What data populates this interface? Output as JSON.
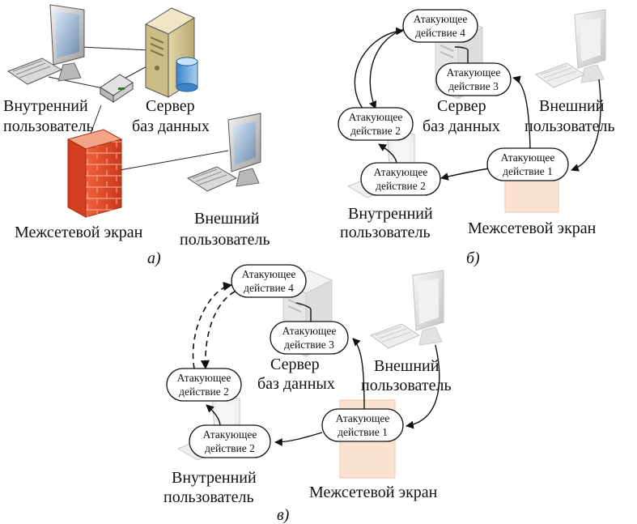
{
  "panels": {
    "a": {
      "label": "а)",
      "internal_user": [
        "Внутренний",
        "пользователь"
      ],
      "db_server": [
        "Сервер",
        "баз данных"
      ],
      "firewall": "Межсетевой экран",
      "external_user": [
        "Внешний",
        "пользователь"
      ]
    },
    "b": {
      "label": "б)",
      "node_text": [
        "Атакующее",
        "действие 4",
        "действие 3",
        "действие 2",
        "действие 1"
      ],
      "db_server": [
        "Сервер",
        "баз данных"
      ],
      "external_user": [
        "Внешний",
        "пользователь"
      ],
      "internal_user": [
        "Внутренний",
        "пользователь"
      ],
      "firewall": "Межсетевой экран"
    },
    "c": {
      "label": "в)",
      "node_text": [
        "Атакующее",
        "действие 4",
        "действие 3",
        "действие 2",
        "действие 1"
      ],
      "db_server": [
        "Сервер",
        "баз данных"
      ],
      "external_user": [
        "Внешний",
        "пользователь"
      ],
      "internal_user": [
        "Внутренний",
        "пользователь"
      ],
      "firewall": "Межсетевой экран"
    }
  }
}
